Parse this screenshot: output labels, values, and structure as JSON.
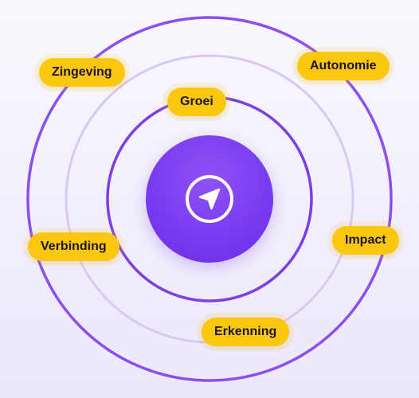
{
  "colors": {
    "outer_ring": "#8a4ff0",
    "middle_ring": "#d8c8f6",
    "inner_ring": "#7b3fe4",
    "center": "#7a3cf0",
    "pill": "#fcc70f",
    "pill_text": "#1c1530"
  },
  "center": {
    "icon": "navigation-arrow-icon"
  },
  "labels": {
    "groei": "Groei",
    "zingeving": "Zingeving",
    "autonomie": "Autonomie",
    "impact": "Impact",
    "verbinding": "Verbinding",
    "erkenning": "Erkenning"
  }
}
